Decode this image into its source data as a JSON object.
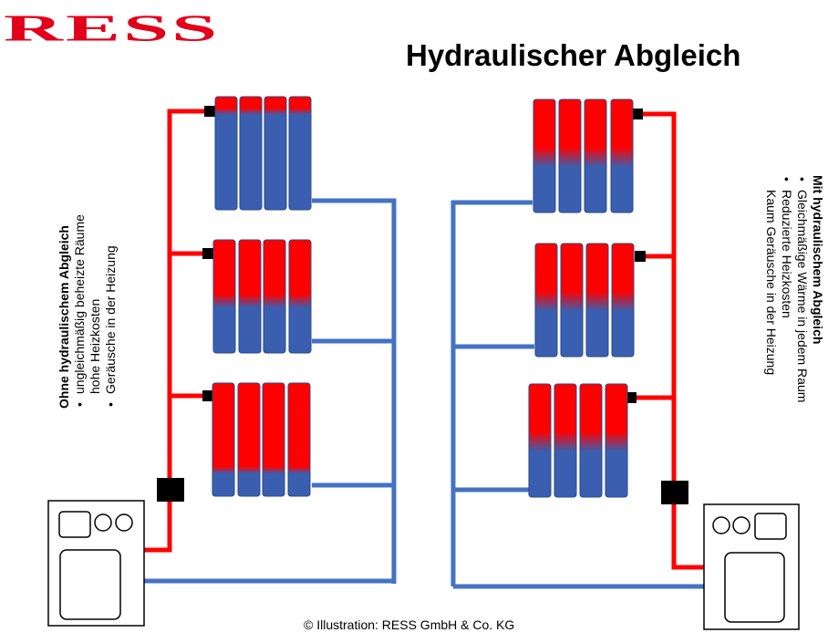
{
  "logo_text": "RESS",
  "title": "Hydraulischer Abgleich",
  "footer": "© Illustration: RESS GmbH & Co. KG",
  "left_panel": {
    "heading": "Ohne hydraulischem Abgleich",
    "items": [
      {
        "text": "ungleichmäßig beheizte Räume",
        "bullet": true
      },
      {
        "text": "hohe Heizkosten",
        "bullet": false
      },
      {
        "text": "Geräusche in der Heizung",
        "bullet": true
      }
    ]
  },
  "right_panel": {
    "heading": "Mit hydraulischem Abgleich",
    "items": [
      {
        "text": "Gleichmäßige Wärme in jedem Raum",
        "bullet": true
      },
      {
        "text": "Reduzierte Heizkosten",
        "bullet": true
      },
      {
        "text": "Kaum Geräusche in der Heizung",
        "bullet": false
      }
    ]
  },
  "colors": {
    "brand": "#e2001a",
    "hot": "#ff0000",
    "cold": "#3a5fb0",
    "pipe_cold": "#4472c4",
    "text": "#000000"
  }
}
